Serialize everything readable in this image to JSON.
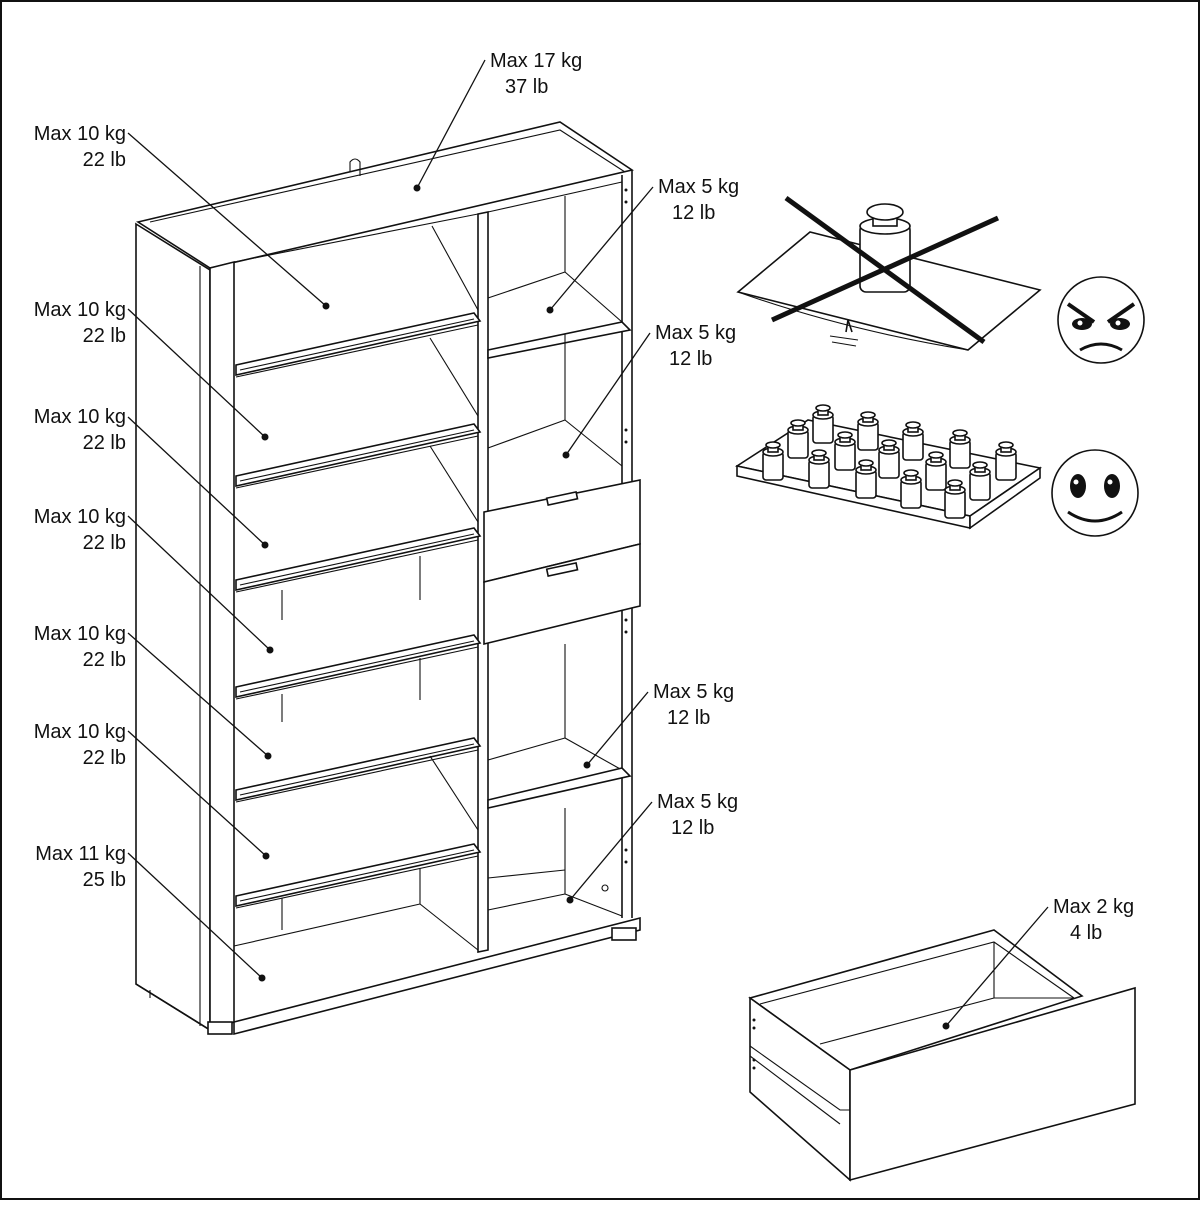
{
  "labels": {
    "top": {
      "kg": "Max 17 kg",
      "lb": "37 lb"
    },
    "left_shelves": [
      {
        "kg": "Max 10 kg",
        "lb": "22 lb"
      },
      {
        "kg": "Max 10 kg",
        "lb": "22 lb"
      },
      {
        "kg": "Max 10 kg",
        "lb": "22 lb"
      },
      {
        "kg": "Max 10 kg",
        "lb": "22 lb"
      },
      {
        "kg": "Max 10 kg",
        "lb": "22 lb"
      },
      {
        "kg": "Max 10 kg",
        "lb": "22 lb"
      },
      {
        "kg": "Max 11 kg",
        "lb": "25 lb"
      }
    ],
    "right_shelves": [
      {
        "kg": "Max 5 kg",
        "lb": "12 lb"
      },
      {
        "kg": "Max 5 kg",
        "lb": "12 lb"
      },
      {
        "kg": "Max 5 kg",
        "lb": "12 lb"
      },
      {
        "kg": "Max 5 kg",
        "lb": "12 lb"
      }
    ],
    "drawer": {
      "kg": "Max 2 kg",
      "lb": "4 lb"
    }
  },
  "icons": {
    "concentrated_load": "sad-face-icon",
    "distributed_load": "happy-face-icon",
    "prohibited_mark": "cross-out-icon"
  }
}
